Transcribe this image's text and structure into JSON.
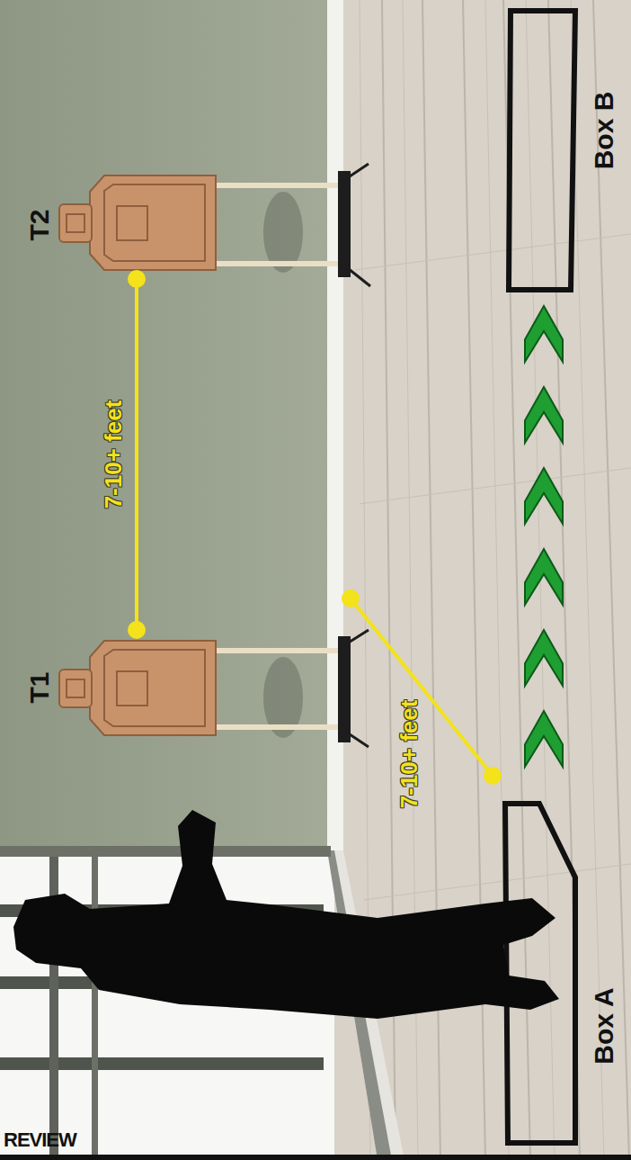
{
  "diagram": {
    "nodes": [
      {
        "text": [
          "T1"
        ]
      },
      {
        "text": [
          "T2"
        ]
      },
      {
        "text": [
          "Box A"
        ]
      },
      {
        "text": [
          "Box B"
        ]
      }
    ],
    "edges": [
      {
        "from": 0,
        "to": 1,
        "label": "7-10+ feet",
        "arrow": "none"
      },
      {
        "from": 2,
        "to": 3,
        "arrow": "to"
      }
    ],
    "labels": [
      "7-10+ feet",
      "REVIEW"
    ]
  }
}
